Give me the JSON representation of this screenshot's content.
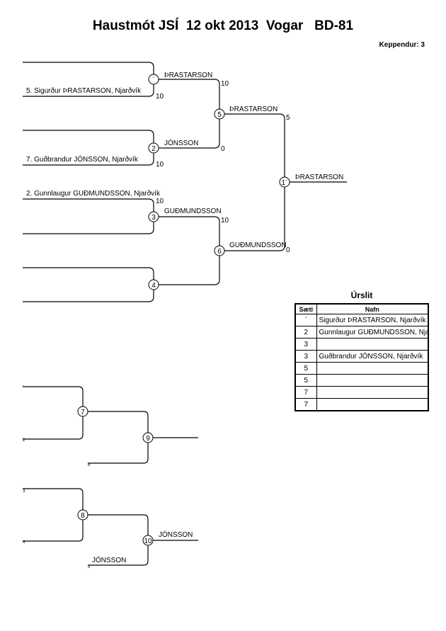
{
  "header": {
    "title": "Haustmót JSÍ  12 okt 2013  Vogar   BD-81",
    "competitors": "Keppendur: 3"
  },
  "bracket": {
    "entries": [
      "5. Sigurður ÞRASTARSON, Njarðvík",
      "7. Guðbrandur JÓNSSON, Njarðvík",
      "2. Gunnlaugur GUÐMUNDSSON, Njarðvík"
    ],
    "matches": [
      {
        "id": "´",
        "winner": "ÞRASTARSON",
        "score_top": "10",
        "score_bottom": "10"
      },
      {
        "id": "2",
        "winner": "JÓNSSON",
        "score_top": "0",
        "score_bottom": "10"
      },
      {
        "id": "3",
        "winner": "GUÐMUNDSSON",
        "score_top": "10",
        "score_bottom": "10"
      },
      {
        "id": "4",
        "winner": "",
        "score_top": "",
        "score_bottom": ""
      },
      {
        "id": "5",
        "winner": "ÞRASTARSON",
        "score_top": "5"
      },
      {
        "id": "6",
        "winner": "GUÐMUNDSSON",
        "score_top": "0"
      },
      {
        "id": "1´",
        "winner": "ÞRASTARSON"
      }
    ],
    "repechage": {
      "match_7": "7",
      "match_8": "8",
      "match_9": "9",
      "match_10": "10",
      "winner_10": "JÓNSSON",
      "entry_bottom": "JÓNSSON",
      "slot_labels": [
        "´",
        "2",
        "6",
        "3",
        "4",
        "5"
      ]
    }
  },
  "results": {
    "title": "Úrslit",
    "col_place": "Sæti",
    "col_name": "Nafn",
    "rows": [
      {
        "place": "´",
        "name": "Sigurður ÞRASTARSON, Njarðvík"
      },
      {
        "place": "2",
        "name": "Gunnlaugur GUÐMUNDSSON, Njarðvík"
      },
      {
        "place": "3",
        "name": ""
      },
      {
        "place": "3",
        "name": "Guðbrandur JÓNSSON, Njarðvík"
      },
      {
        "place": "5",
        "name": ""
      },
      {
        "place": "5",
        "name": ""
      },
      {
        "place": "7",
        "name": ""
      },
      {
        "place": "7",
        "name": ""
      }
    ]
  }
}
